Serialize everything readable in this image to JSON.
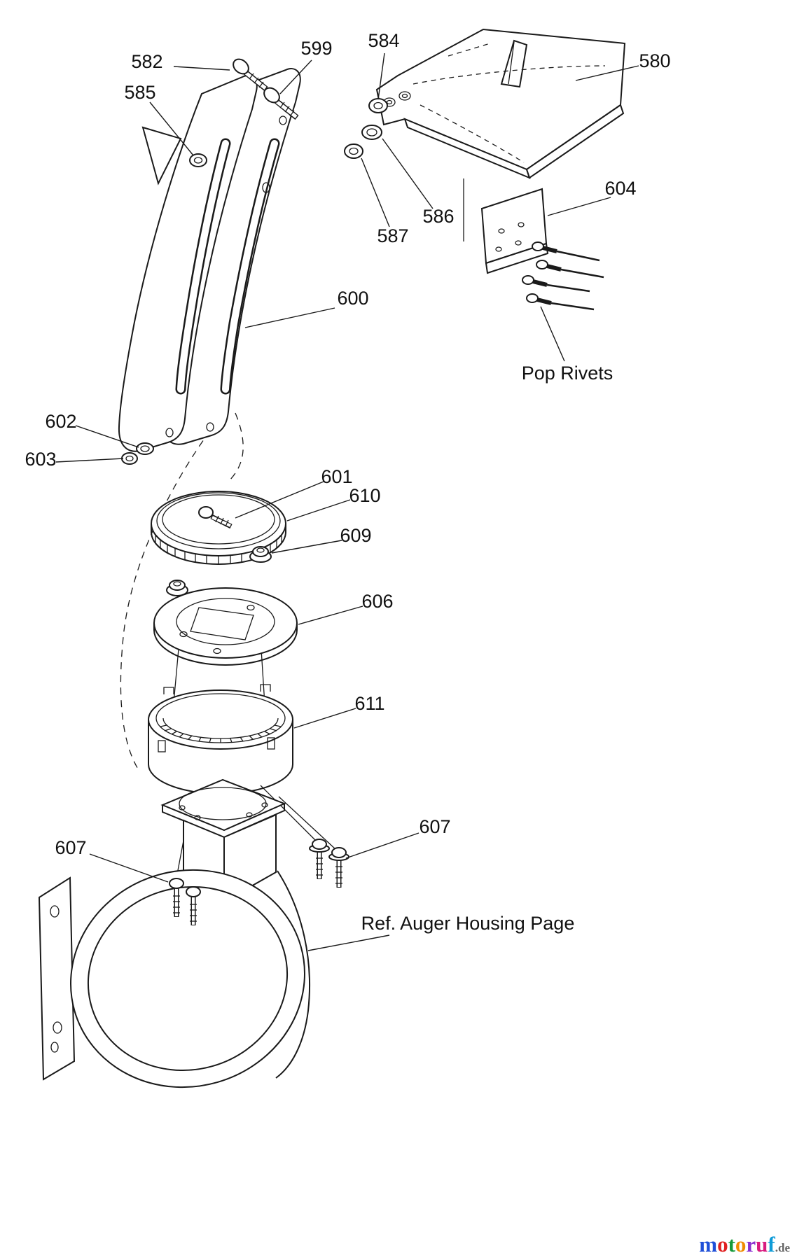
{
  "page": {
    "background": "#ffffff",
    "line_color": "#1a1a1a"
  },
  "diagram": {
    "type": "exploded-parts-diagram",
    "subject": "snow-thrower-chute-assembly",
    "labels": {
      "l582": "582",
      "l585": "585",
      "l599": "599",
      "l584": "584",
      "l580": "580",
      "l604": "604",
      "l586": "586",
      "l587": "587",
      "l600": "600",
      "pop_rivets": "Pop Rivets",
      "l602": "602",
      "l603": "603",
      "l601": "601",
      "l610": "610",
      "l609": "609",
      "l606": "606",
      "l611": "611",
      "l607_left": "607",
      "l607_right": "607",
      "ref_auger": "Ref. Auger Housing Page"
    }
  },
  "watermark": {
    "letters": [
      {
        "ch": "m",
        "color": "#1f4fd8"
      },
      {
        "ch": "o",
        "color": "#e02020"
      },
      {
        "ch": "t",
        "color": "#149a3a"
      },
      {
        "ch": "o",
        "color": "#f08c00"
      },
      {
        "ch": "r",
        "color": "#8b2fd0"
      },
      {
        "ch": "u",
        "color": "#d81b7f"
      },
      {
        "ch": "f",
        "color": "#0f9bd7"
      }
    ],
    "suffix": ".de",
    "suffix_color": "#666666"
  }
}
